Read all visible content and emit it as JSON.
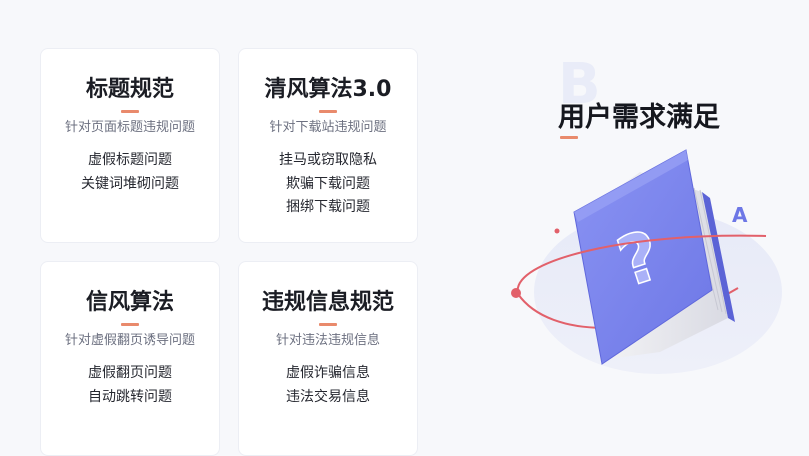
{
  "cards": [
    {
      "title": "标题规范",
      "subtitle": "针对页面标题违规问题",
      "items": [
        "虚假标题问题",
        "关键词堆砌问题"
      ]
    },
    {
      "title": "清风算法3.0",
      "subtitle": "针对下载站违规问题",
      "items": [
        "挂马或窃取隐私",
        "欺骗下载问题",
        "捆绑下载问题"
      ]
    },
    {
      "title": "信风算法",
      "subtitle": "针对虚假翻页诱导问题",
      "items": [
        "虚假翻页问题",
        "自动跳转问题"
      ]
    },
    {
      "title": "违规信息规范",
      "subtitle": "针对违法违规信息",
      "items": [
        "虚假诈骗信息",
        "违法交易信息"
      ]
    }
  ],
  "right": {
    "title": "用户需求满足",
    "book_symbol": "?",
    "letter_a": "A",
    "letter_b": "B"
  },
  "colors": {
    "accent_line": "#e98a6c",
    "book": "#7d86ef",
    "orbit": "#e2606a"
  },
  "icons": [
    "question-book-icon"
  ]
}
